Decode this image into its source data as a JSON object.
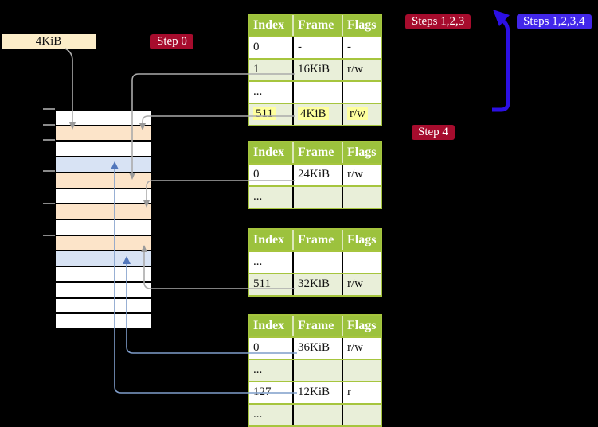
{
  "labels": {
    "frame_box": "4KiB",
    "step0": "Step 0",
    "steps123": "Steps 1,2,3",
    "steps1234": "Steps 1,2,3,4",
    "step4": "Step 4"
  },
  "colors": {
    "background": "#000000",
    "frame_box_bg": "#fcedc8",
    "red_label_bg": "#a60c2d",
    "blue_label_bg": "#4227ea",
    "table_header_bg": "#9cc23d",
    "table_border": "#a6c53e",
    "table_row_shade": "#e9efd9",
    "highlight_yellow": "#feff9d",
    "memory_orange": "#fce4c9",
    "memory_blue": "#d8e3f4",
    "connector_gray": "#ababab",
    "connector_gray_head": "#9a9a9a",
    "connector_blue": "#7f9dca",
    "connector_blue_head": "#5277bb",
    "arrow_blue_bold": "#2c10e4"
  },
  "memory": {
    "rows": [
      {
        "css": "mem-row c-white"
      },
      {
        "css": "mem-row c-orange"
      },
      {
        "css": "mem-row c-white"
      },
      {
        "css": "mem-row c-blue"
      },
      {
        "css": "mem-row c-orange"
      },
      {
        "css": "mem-row c-white"
      },
      {
        "css": "mem-row c-orange"
      },
      {
        "css": "mem-row c-white"
      },
      {
        "css": "mem-row c-orange"
      },
      {
        "css": "mem-row c-blue"
      },
      {
        "css": "mem-row c-white"
      },
      {
        "css": "mem-row c-white"
      },
      {
        "css": "mem-row c-white"
      },
      {
        "css": "mem-row c-white"
      }
    ]
  },
  "tables": [
    {
      "columns": [
        "Index",
        "Frame",
        "Flags"
      ],
      "rows": [
        {
          "cells": [
            "0",
            "-",
            "-"
          ]
        },
        {
          "cells": [
            "1",
            "16KiB",
            "r/w"
          ]
        },
        {
          "cells": [
            "...",
            "",
            ""
          ]
        },
        {
          "cells": [
            "511",
            "4KiB",
            "r/w"
          ],
          "highlighted": true
        }
      ]
    },
    {
      "columns": [
        "Index",
        "Frame",
        "Flags"
      ],
      "rows": [
        {
          "cells": [
            "0",
            "24KiB",
            "r/w"
          ]
        },
        {
          "cells": [
            "...",
            "",
            ""
          ]
        }
      ]
    },
    {
      "columns": [
        "Index",
        "Frame",
        "Flags"
      ],
      "rows": [
        {
          "cells": [
            "...",
            "",
            ""
          ]
        },
        {
          "cells": [
            "511",
            "32KiB",
            "r/w"
          ]
        }
      ]
    },
    {
      "columns": [
        "Index",
        "Frame",
        "Flags"
      ],
      "rows": [
        {
          "cells": [
            "0",
            "36KiB",
            "r/w"
          ]
        },
        {
          "cells": [
            "...",
            "",
            ""
          ]
        },
        {
          "cells": [
            "127",
            "12KiB",
            "r"
          ]
        },
        {
          "cells": [
            "...",
            "",
            ""
          ]
        }
      ]
    }
  ]
}
